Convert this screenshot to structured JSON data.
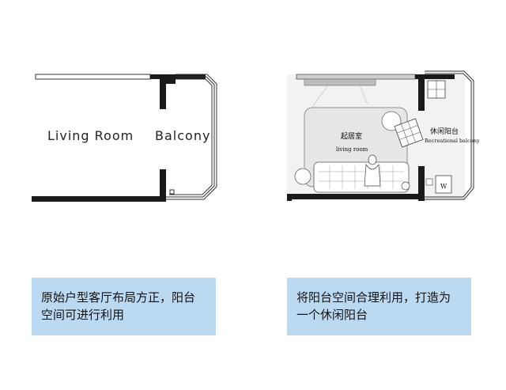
{
  "left_plan": {
    "living_room_label": "Living Room",
    "balcony_label": "Balcony"
  },
  "right_plan": {
    "living_room_cn": "起居室",
    "living_room_en": "living room",
    "balcony_cn": "休闲阳台",
    "balcony_en": "Recreational balcony",
    "appliance_label": "W"
  },
  "captions": {
    "left": "原始户型客厅布局方正，阳台空间可进行利用",
    "right": "将阳台空间合理利用，打造为一个休闲阳台"
  },
  "colors": {
    "wall": "#1a1a1a",
    "caption_bg": "#bcd9f2",
    "floor": "#f2f2f2",
    "rug": "#e6e6e6"
  }
}
